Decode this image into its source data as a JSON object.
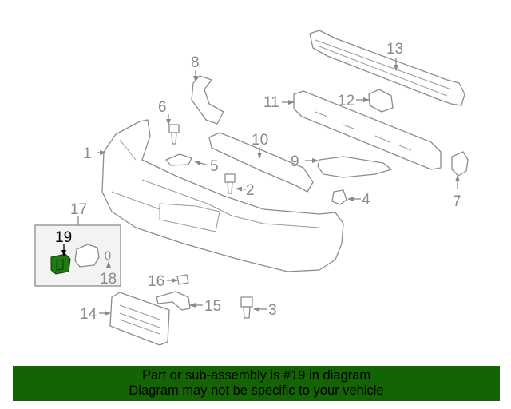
{
  "diagram": {
    "callouts": [
      "1",
      "2",
      "3",
      "4",
      "5",
      "6",
      "7",
      "8",
      "9",
      "10",
      "11",
      "12",
      "13",
      "14",
      "15",
      "16",
      "17",
      "18",
      "19"
    ],
    "highlighted_part": "19",
    "highlight_color": "#1e7a12"
  },
  "banner": {
    "line1": "Part or sub-assembly is #19 in diagram",
    "line2": "Diagram may not be specific to your vehicle",
    "background": "#146406"
  }
}
